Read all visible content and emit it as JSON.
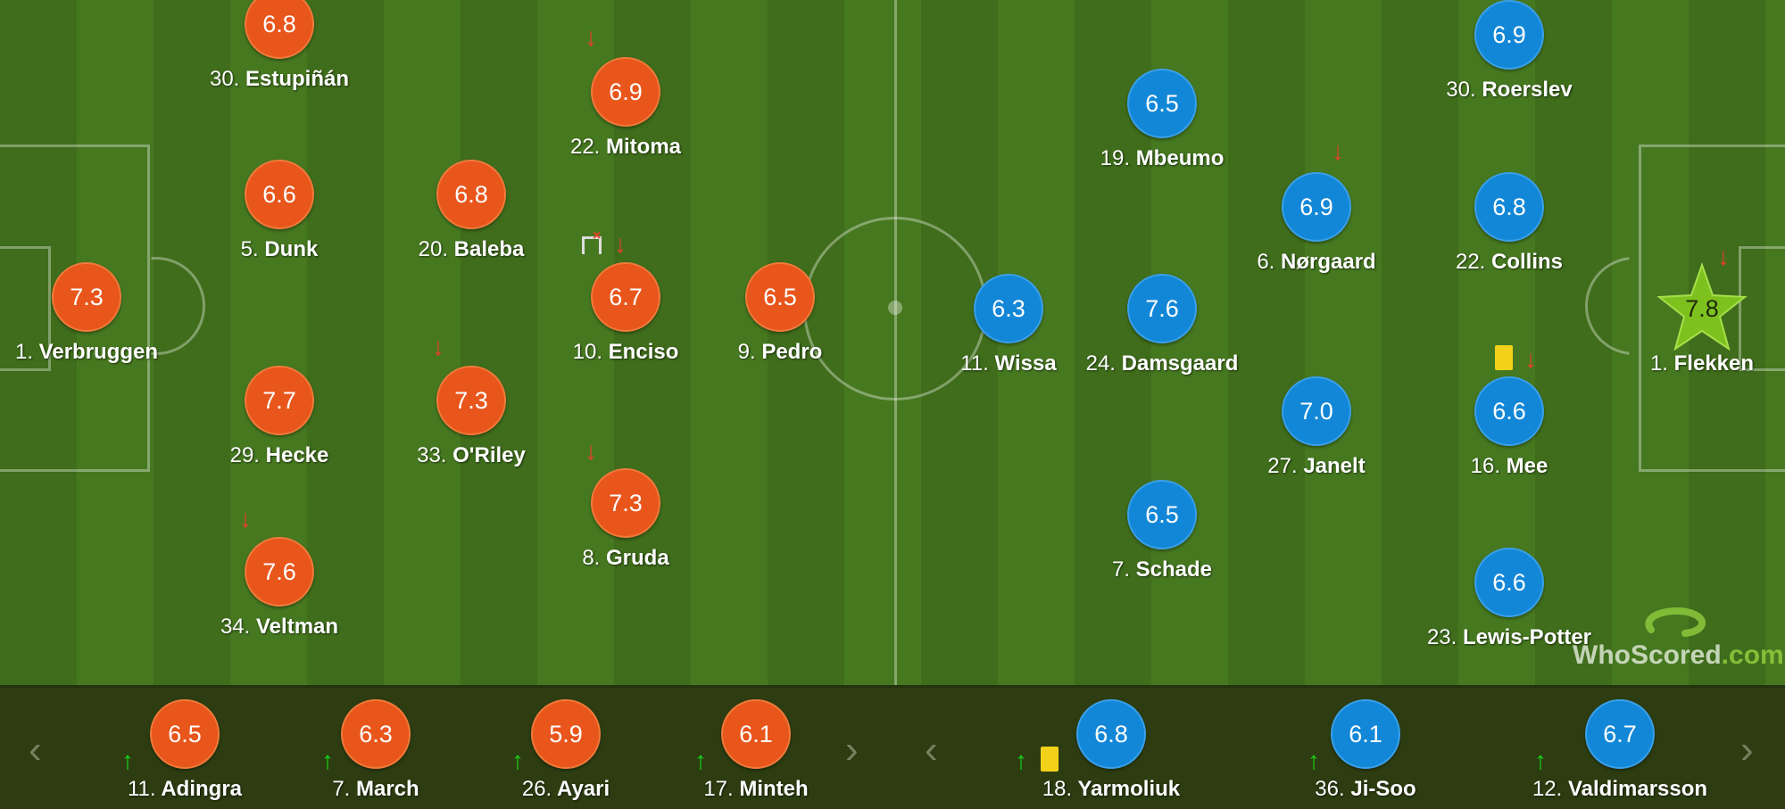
{
  "home_players": [
    {
      "num": "30.",
      "name": "Estupiñán",
      "rating": "6.8"
    },
    {
      "num": "22.",
      "name": "Mitoma",
      "rating": "6.9"
    },
    {
      "num": "5.",
      "name": "Dunk",
      "rating": "6.6"
    },
    {
      "num": "20.",
      "name": "Baleba",
      "rating": "6.8"
    },
    {
      "num": "1.",
      "name": "Verbruggen",
      "rating": "7.3"
    },
    {
      "num": "10.",
      "name": "Enciso",
      "rating": "6.7"
    },
    {
      "num": "9.",
      "name": "Pedro",
      "rating": "6.5"
    },
    {
      "num": "29.",
      "name": "Hecke",
      "rating": "7.7"
    },
    {
      "num": "33.",
      "name": "O'Riley",
      "rating": "7.3"
    },
    {
      "num": "8.",
      "name": "Gruda",
      "rating": "7.3"
    },
    {
      "num": "34.",
      "name": "Veltman",
      "rating": "7.6"
    }
  ],
  "away_players": [
    {
      "num": "30.",
      "name": "Roerslev",
      "rating": "6.9"
    },
    {
      "num": "19.",
      "name": "Mbeumo",
      "rating": "6.5"
    },
    {
      "num": "6.",
      "name": "Nørgaard",
      "rating": "6.9"
    },
    {
      "num": "22.",
      "name": "Collins",
      "rating": "6.8"
    },
    {
      "num": "11.",
      "name": "Wissa",
      "rating": "6.3"
    },
    {
      "num": "24.",
      "name": "Damsgaard",
      "rating": "7.6"
    },
    {
      "num": "1.",
      "name": "Flekken",
      "rating": "7.8"
    },
    {
      "num": "27.",
      "name": "Janelt",
      "rating": "7.0"
    },
    {
      "num": "16.",
      "name": "Mee",
      "rating": "6.6"
    },
    {
      "num": "7.",
      "name": "Schade",
      "rating": "6.5"
    },
    {
      "num": "23.",
      "name": "Lewis-Potter",
      "rating": "6.6"
    }
  ],
  "home_subs": [
    {
      "num": "11.",
      "name": "Adingra",
      "rating": "6.5"
    },
    {
      "num": "7.",
      "name": "March",
      "rating": "6.3"
    },
    {
      "num": "26.",
      "name": "Ayari",
      "rating": "5.9"
    },
    {
      "num": "17.",
      "name": "Minteh",
      "rating": "6.1"
    }
  ],
  "away_subs": [
    {
      "num": "18.",
      "name": "Yarmoliuk",
      "rating": "6.8"
    },
    {
      "num": "36.",
      "name": "Ji-Soo",
      "rating": "6.1"
    },
    {
      "num": "12.",
      "name": "Valdimarsson",
      "rating": "6.7"
    }
  ],
  "logo": {
    "text_a": "WhoScored",
    "text_b": ".com"
  },
  "icons": {
    "sub_off": "arrow-down-icon",
    "sub_on": "arrow-up-icon",
    "yellow_card": "yellow-card-icon",
    "goal": "goal-icon",
    "man_of_match": "star-icon",
    "prev": "chevron-left-icon",
    "next": "chevron-right-icon"
  },
  "colors": {
    "home": "#e8561c",
    "away": "#1387d7",
    "man_of_match": "#7dc11f",
    "sub_off": "#e8402a",
    "sub_on": "#19d219",
    "card": "#f2d11b"
  }
}
